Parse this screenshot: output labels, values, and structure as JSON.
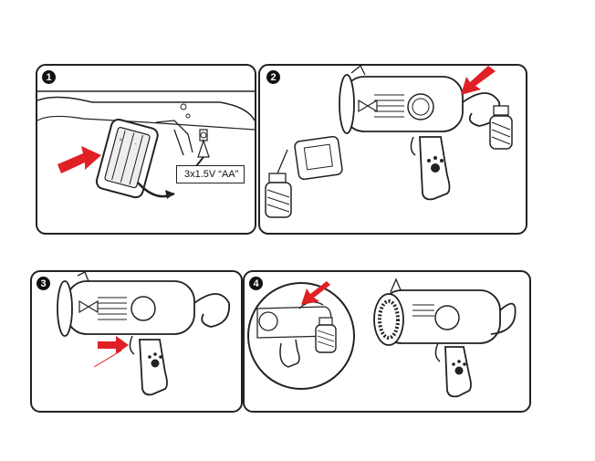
{
  "steps": [
    {
      "number": "1",
      "battery_label": "3x1.5V “AA”"
    },
    {
      "number": "2"
    },
    {
      "number": "3"
    },
    {
      "number": "4"
    }
  ],
  "colors": {
    "arrow": "#e02025",
    "line": "#222222"
  },
  "icons": [
    "battery-compartment",
    "screwdriver-icon",
    "arrow-indicator",
    "bubble-gun",
    "bottle",
    "paw-print"
  ]
}
